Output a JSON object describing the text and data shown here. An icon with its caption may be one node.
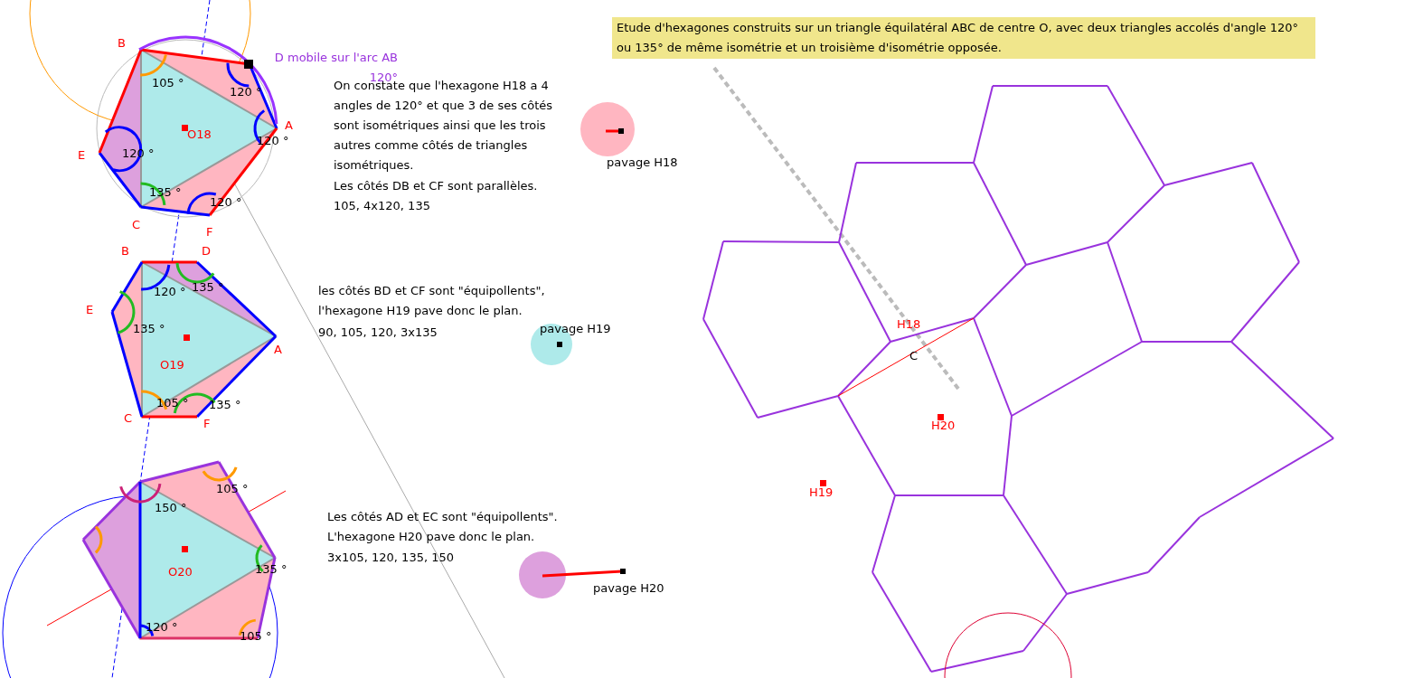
{
  "diagram": {
    "title": "Etude d'hexagones construits sur un triangle équilatéral ABC de centre O, avec deux triangles accolés d'angle 120° ou 135° de même isométrie et un troisième d'isométrie opposée.",
    "labels": [
      "D mobile sur l'arc AB 120°",
      "B",
      "105 °",
      "120 °",
      "A",
      "O18",
      "120 °",
      "E",
      "120 °",
      "135 °",
      "120 °",
      "C",
      "F",
      "On constate que l'hexagone H18 a 4 angles de 120° et que 3 de ses côtés sont isométriques ainsi que les trois autres comme côtés de triangles isométriques.",
      "Les côtés DB et CF sont parallèles.",
      "105, 4x120, 135",
      "pavage H18",
      "B",
      "D",
      "120 °",
      "135 °",
      "E",
      "135 °",
      "A",
      "O19",
      "105 °",
      "135 °",
      "C",
      "F",
      "les côtés BD et CF sont \"équipollents\", l'hexagone H19 pave donc le plan.",
      "90, 105, 120, 3x135",
      "pavage H19",
      "105 °",
      "150 °",
      "O20",
      "135 °",
      "120 °",
      "105 °",
      "Les côtés AD et EC sont \"équipollents\". L'hexagone H20 pave donc le plan.",
      "3x105, 120, 135, 150",
      "pavage H20",
      "H18",
      "C",
      "H20",
      "H19"
    ]
  }
}
